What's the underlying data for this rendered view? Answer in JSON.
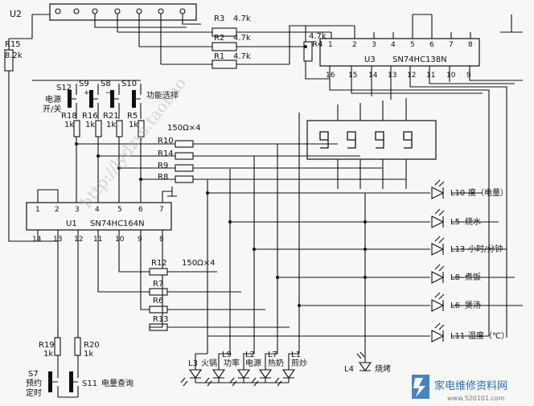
{
  "chips": {
    "u2": {
      "ref": "U2"
    },
    "u1": {
      "ref": "U1",
      "part": "SN74HC164N",
      "top_pins": [
        "1",
        "2",
        "3",
        "4",
        "5",
        "6",
        "7"
      ],
      "bottom_pins": [
        "14",
        "13",
        "12",
        "11",
        "10",
        "9",
        "8"
      ]
    },
    "u3": {
      "ref": "U3",
      "part": "SN74HC138N",
      "top_pins": [
        "1",
        "2",
        "3",
        "4",
        "5",
        "6",
        "7",
        "8"
      ],
      "bottom_pins": [
        "16",
        "15",
        "14",
        "13",
        "12",
        "11",
        "10",
        "9"
      ]
    }
  },
  "resistors": {
    "r3": {
      "ref": "R3",
      "value": "4.7k"
    },
    "r2": {
      "ref": "R2",
      "value": "4.7k"
    },
    "r1": {
      "ref": "R1",
      "value": "4.7k"
    },
    "r4": {
      "ref": "R4",
      "value": "4.7k"
    },
    "r15": {
      "ref": "R15",
      "value": "8.2k"
    },
    "r18": {
      "ref": "R18",
      "value": "1k"
    },
    "r16": {
      "ref": "R16",
      "value": "1k"
    },
    "r21": {
      "ref": "R21",
      "value": "1k"
    },
    "r5": {
      "ref": "R5",
      "value": "1k"
    },
    "r19": {
      "ref": "R19",
      "value": "1k"
    },
    "r20": {
      "ref": "R20",
      "value": "1k"
    },
    "group_top": {
      "refs": [
        "R10",
        "R14",
        "R9",
        "R8"
      ],
      "value": "150Ω×4"
    },
    "group_bottom": {
      "refs": [
        "R12",
        "R7",
        "R6",
        "R13"
      ],
      "value": "150Ω×4"
    }
  },
  "switches": {
    "s12": {
      "ref": "S12"
    },
    "s9": {
      "ref": "S9"
    },
    "s8": {
      "ref": "S8"
    },
    "s10": {
      "ref": "S10"
    },
    "s7": {
      "ref": "S7",
      "text1": "预约",
      "text2": "定时"
    },
    "s11": {
      "ref": "S11",
      "text": "电量查询"
    },
    "power_line1": "电源",
    "power_line2": "开/关",
    "function_select": "功能选择",
    "s9_mark": "+",
    "s8_mark": "−"
  },
  "leds_right": [
    {
      "ref": "L10",
      "name": "度（电量）"
    },
    {
      "ref": "L5",
      "name": "烧水"
    },
    {
      "ref": "L13",
      "name": "小时/分钟"
    },
    {
      "ref": "L8",
      "name": "煮饭"
    },
    {
      "ref": "L6",
      "name": "煲汤"
    },
    {
      "ref": "L11",
      "name": "温度（℃）"
    }
  ],
  "leds_bottom": [
    {
      "ref": "L3",
      "name": "火锅"
    },
    {
      "ref": "L9",
      "name": "功率"
    },
    {
      "ref": "L2",
      "name": "电源"
    },
    {
      "ref": "L7",
      "name": "热奶"
    },
    {
      "ref": "L1",
      "name": "煎炒"
    },
    {
      "ref": "L4",
      "name": "烧烤"
    }
  ],
  "watermark": {
    "url": "http://lydzss.taobao",
    "brand_cn": "家电维修资料网",
    "brand_url": "www.520101.com"
  }
}
